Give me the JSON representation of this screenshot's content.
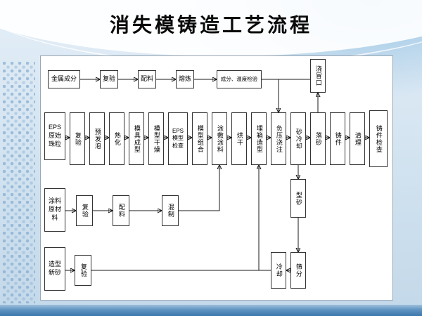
{
  "title": "消失模铸造工艺流程",
  "nodes": {
    "metal": [
      "金属成分",
      "复验",
      "配料",
      "熔炼",
      "成分、温度检验",
      "浇冒口"
    ],
    "main": [
      "EPS\n原始\n珠粒",
      "复验",
      "预发泡",
      "熟化",
      "模具成型",
      "模型干燥",
      "EPS\n模型\n检查",
      "模型组合",
      "涂敷涂料",
      "烘干",
      "埋箱造型",
      "负压浇注",
      "砂冷却",
      "落砂",
      "铸件",
      "清理",
      "铸件检查"
    ],
    "coating": [
      "涂料\n原材\n料",
      "复验",
      "配料",
      "混制"
    ],
    "sand": [
      "型砂",
      "冷却",
      "筛分"
    ],
    "newsand": [
      "造型\n新砂",
      "复验"
    ]
  },
  "colors": {
    "background_blue": "#cfe1ef",
    "bottom_bar_blue": "#3d77ab",
    "panel_border": "#9aa7b4",
    "box_border": "#333333",
    "line": "#1a1a1a"
  }
}
